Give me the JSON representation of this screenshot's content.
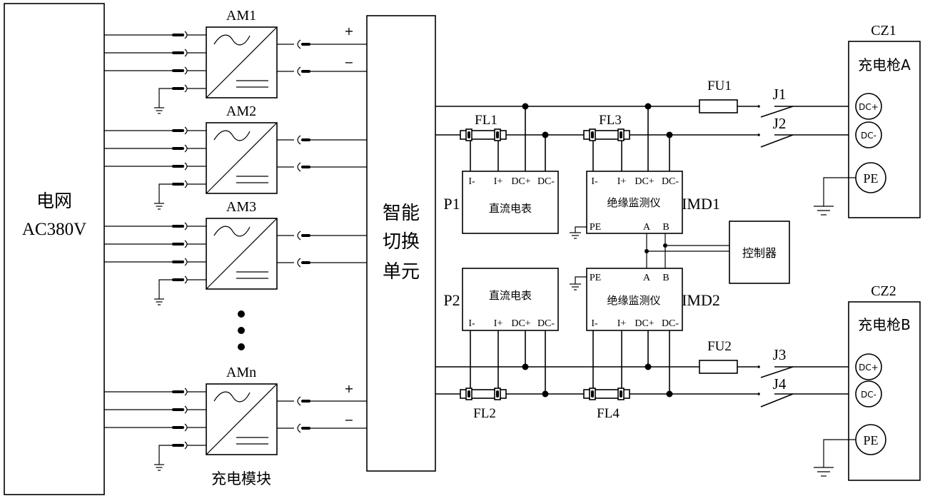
{
  "grid": {
    "label_line1": "电网",
    "label_line2": "AC380V"
  },
  "modules": {
    "caption": "充电模块",
    "names": [
      "AM1",
      "AM2",
      "AM3",
      "AMn"
    ]
  },
  "polarity": {
    "plus": "+",
    "minus": "−"
  },
  "switch_unit": {
    "line1": "智能",
    "line2": "切换",
    "line3": "单元"
  },
  "meters": {
    "p1": "P1",
    "p2": "P2",
    "title": "直流电表",
    "terminals": [
      "I-",
      "I+",
      "DC+",
      "DC-"
    ]
  },
  "imd": {
    "imd1": "IMD1",
    "imd2": "IMD2",
    "title": "绝缘监测仪",
    "pe": "PE",
    "a": "A",
    "b": "B",
    "terminals": [
      "I-",
      "I+",
      "DC+",
      "DC-"
    ]
  },
  "shunts": [
    "FL1",
    "FL2",
    "FL3",
    "FL4"
  ],
  "fuses": [
    "FU1",
    "FU2"
  ],
  "contactors": [
    "J1",
    "J2",
    "J3",
    "J4"
  ],
  "controller": {
    "label": "控制器"
  },
  "guns": {
    "cz1": "CZ1",
    "cz2": "CZ2",
    "gun_a": "充电枪A",
    "gun_b": "充电枪B",
    "dc_plus": "DC+",
    "dc_minus": "DC-",
    "pe": "PE"
  }
}
